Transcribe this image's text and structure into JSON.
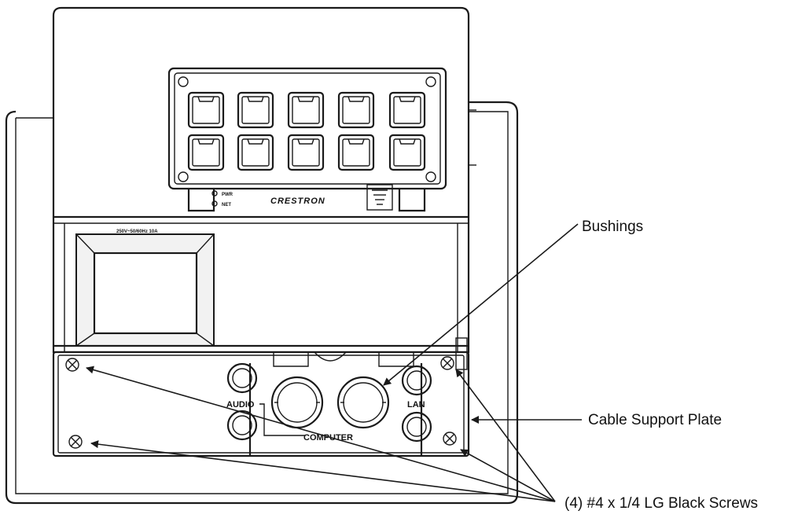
{
  "callouts": {
    "bushings": "Bushings",
    "cable_support_plate": "Cable Support Plate",
    "screws": "(4) #4 x 1/4 LG Black Screws"
  },
  "panel_labels": {
    "audio": "AUDIO",
    "computer": "COMPUTER",
    "lan": "LAN",
    "pwr": "PWR",
    "net": "NET",
    "brand": "CRESTRON",
    "rating": "250V~50/60Hz 10A"
  },
  "colors": {
    "line": "#1a1a1a",
    "background": "#ffffff"
  }
}
